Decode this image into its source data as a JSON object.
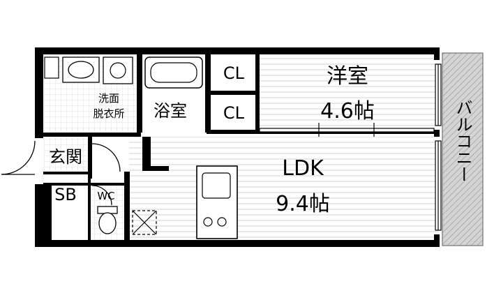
{
  "rooms": {
    "western_room": {
      "name": "洋室",
      "size": "4.6帖"
    },
    "ldk": {
      "name": "LDK",
      "size": "9.4帖"
    },
    "balcony": {
      "name": "バルコニー"
    },
    "closet_top": {
      "name": "CL"
    },
    "closet_bottom": {
      "name": "CL"
    },
    "bathroom": {
      "name": "浴室"
    },
    "washroom": {
      "line1": "洗面",
      "line2": "脱衣所"
    },
    "entrance": {
      "name": "玄関"
    },
    "shoe_box": {
      "name": "SB"
    },
    "toilet": {
      "name": "WC"
    }
  },
  "colors": {
    "wall": "#000000",
    "floor_line": "#d6d6d6",
    "balcony": "#cfcfcf"
  }
}
